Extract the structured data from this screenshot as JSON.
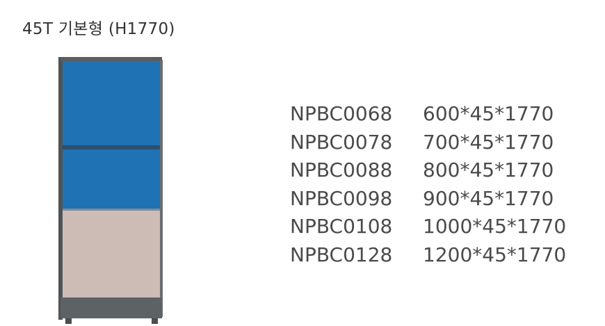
{
  "title": "45T 기본형 (H1770)",
  "panel": {
    "frame_color": "#4f5356",
    "upper_color": "#1f72b3",
    "lower_color": "#cdbcb5",
    "base_color": "#5d6265"
  },
  "specs": [
    {
      "code": "NPBC0068",
      "size": "600*45*1770"
    },
    {
      "code": "NPBC0078",
      "size": "700*45*1770"
    },
    {
      "code": "NPBC0088",
      "size": "800*45*1770"
    },
    {
      "code": "NPBC0098",
      "size": "900*45*1770"
    },
    {
      "code": "NPBC0108",
      "size": "1000*45*1770"
    },
    {
      "code": "NPBC0128",
      "size": "1200*45*1770"
    }
  ]
}
